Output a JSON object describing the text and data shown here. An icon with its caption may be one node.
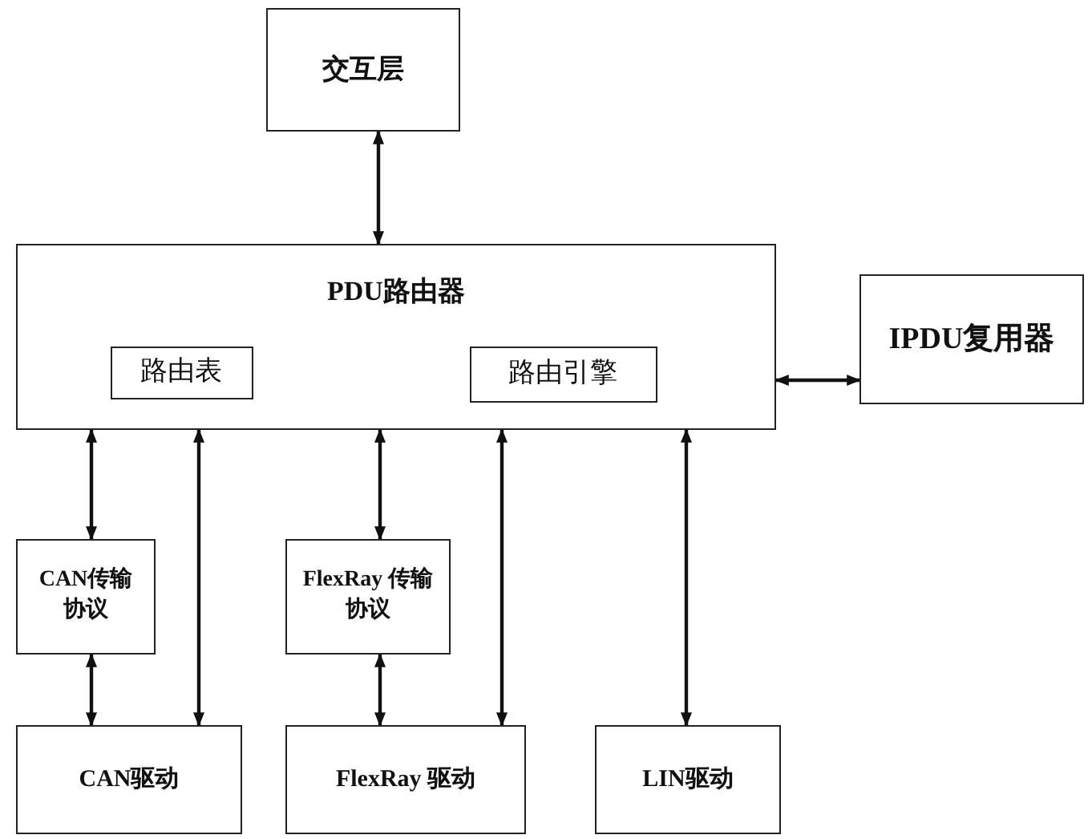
{
  "diagram": {
    "nodes": [
      {
        "text": [
          "交互层"
        ]
      },
      {
        "text": [
          "PDU路由器"
        ]
      },
      {
        "text": [
          "路由表"
        ],
        "in": 1
      },
      {
        "text": [
          "路由引擎"
        ],
        "in": 1
      },
      {
        "text": [
          "IPDU复用器"
        ]
      },
      {
        "text": [
          "CAN传输协议"
        ]
      },
      {
        "text": [
          "FlexRay 传输协议"
        ]
      },
      {
        "text": [
          "CAN驱动"
        ]
      },
      {
        "text": [
          "FlexRay 驱动"
        ]
      },
      {
        "text": [
          "LIN驱动"
        ]
      }
    ],
    "edges": [
      {
        "from": 0,
        "to": 1,
        "arrow": "both"
      },
      {
        "from": 1,
        "to": 4,
        "arrow": "both"
      },
      {
        "from": 1,
        "to": 5,
        "arrow": "both"
      },
      {
        "from": 5,
        "to": 7,
        "arrow": "both"
      },
      {
        "from": 1,
        "to": 7,
        "arrow": "both"
      },
      {
        "from": 1,
        "to": 6,
        "arrow": "both"
      },
      {
        "from": 6,
        "to": 8,
        "arrow": "both"
      },
      {
        "from": 1,
        "to": 8,
        "arrow": "both"
      },
      {
        "from": 1,
        "to": 9,
        "arrow": "both"
      }
    ]
  }
}
